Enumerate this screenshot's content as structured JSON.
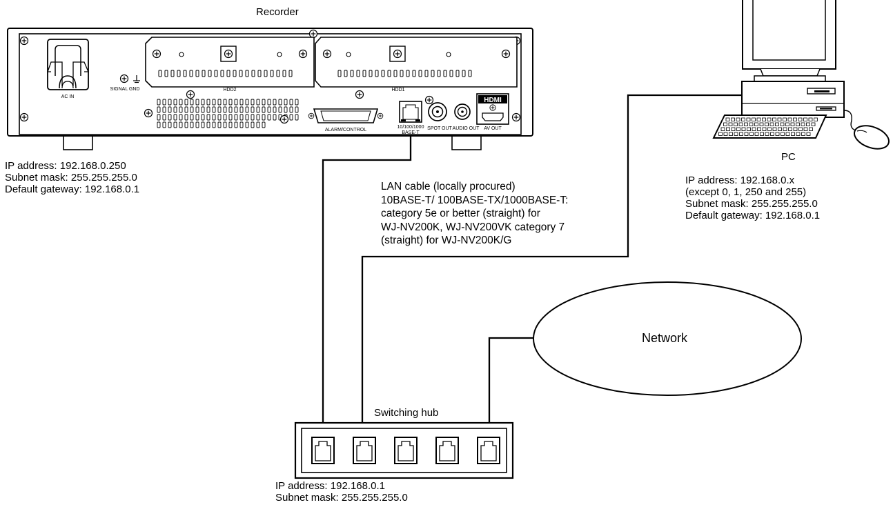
{
  "recorder": {
    "title": "Recorder",
    "panel_labels": {
      "ac_in": "AC IN",
      "signal_gnd": "SIGNAL GND",
      "hdd2": "HDD2",
      "hdd1": "HDD1",
      "alarm_control": "ALARM/CONTROL",
      "lan_port": "10/100/1000",
      "lan_port_2": "BASE-T",
      "spot_out": "SPOT OUT",
      "audio_out": "AUDIO OUT",
      "av_out": "AV OUT",
      "hdmi_logo": "HDMI"
    },
    "settings": [
      "IP address: 192.168.0.250",
      "Subnet mask: 255.255.255.0",
      "Default gateway: 192.168.0.1"
    ]
  },
  "pc": {
    "title": "PC",
    "settings": [
      "IP address: 192.168.0.x",
      "(except 0, 1, 250 and 255)",
      "Subnet mask: 255.255.255.0",
      "Default gateway: 192.168.0.1"
    ]
  },
  "cable": {
    "lines": [
      "LAN cable (locally procured)",
      "10BASE-T/ 100BASE-TX/1000BASE-T:",
      "category 5e or better (straight) for",
      "WJ-NV200K, WJ-NV200VK category 7",
      "(straight) for WJ-NV200K/G"
    ]
  },
  "network": {
    "label": "Network"
  },
  "hub": {
    "title": "Switching hub",
    "port_count": 5,
    "settings": [
      "IP address: 192.168.0.1",
      "Subnet mask: 255.255.255.0"
    ]
  }
}
